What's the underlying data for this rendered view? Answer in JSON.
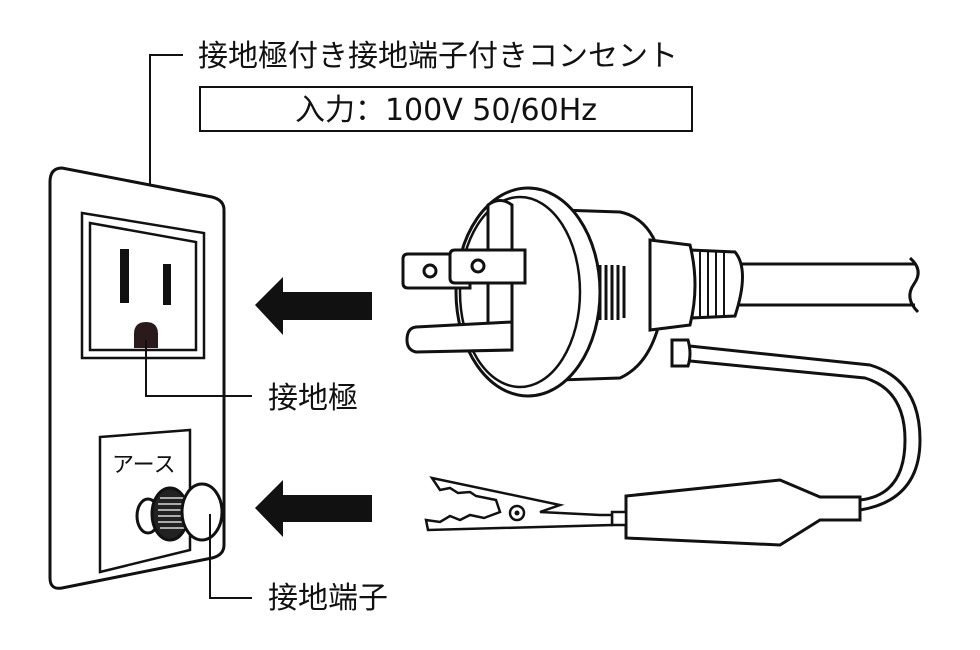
{
  "title": "接地極付き接地端子付きコンセント",
  "input_spec": "入力：100V 50/60Hz",
  "labels": {
    "ground_pole": "接地極",
    "ground_terminal": "接地端子",
    "earth_plate": "アース"
  },
  "arrows": [
    "insert-plug-arrow",
    "attach-clip-arrow"
  ],
  "colors": {
    "line": "#111111",
    "background": "#ffffff"
  }
}
